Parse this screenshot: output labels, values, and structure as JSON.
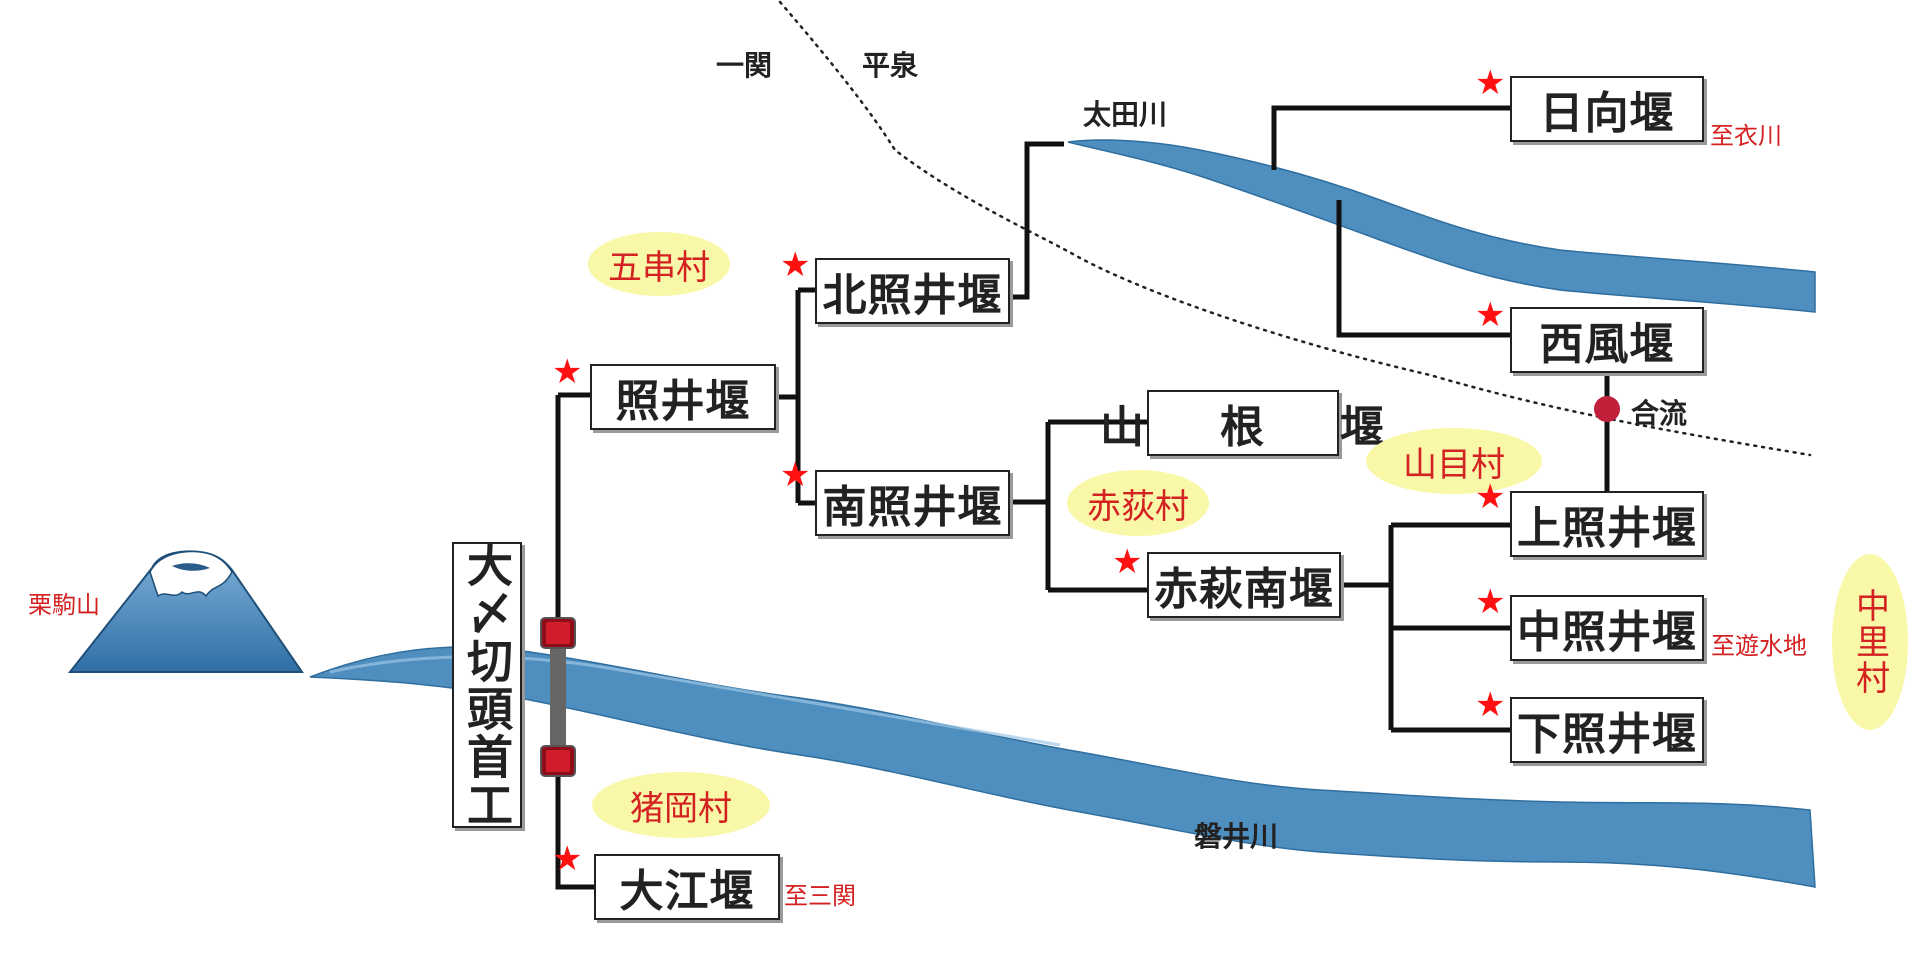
{
  "colors": {
    "river": "#4f8fbf",
    "line": "#111111",
    "box_border": "#222222",
    "village_fill": "#f9f7a8",
    "red_text": "#d42222",
    "star": "#ff1111",
    "confluence_dot": "#c0203a",
    "mountain": "#3d7fb5",
    "gate_bar": "#666666",
    "gate_block": "#b3121f"
  },
  "icons": {
    "mountain": "mountain-icon",
    "star": "star-icon",
    "confluence": "circle-dot-icon",
    "gate": "floodgate-icon"
  },
  "mountain": {
    "label": "栗駒山"
  },
  "star_glyph": "★",
  "boundary": {
    "left_label": "一関",
    "right_label": "平泉"
  },
  "rivers": {
    "iwai": "磐井川",
    "ota": "太田川"
  },
  "confluence_label": "合流",
  "headwork": "大〆切頭首工",
  "weirs": {
    "terui": "照井堰",
    "kita_terui": "北照井堰",
    "minami_terui": "南照井堰",
    "yamane": "山　根　堰",
    "akahagi_minami": "赤萩南堰",
    "hinata": "日向堰",
    "nishikaze": "西風堰",
    "kami_terui": "上照井堰",
    "naka_terui": "中照井堰",
    "shimo_terui": "下照井堰",
    "oe": "大江堰"
  },
  "villages": {
    "itsukushi": "五串村",
    "akahagi": "赤荻村",
    "yamanome": "山目村",
    "nakasato": "中里村",
    "inooka": "猪岡村"
  },
  "destinations": {
    "koromogawa": "至衣川",
    "yusuichi": "至遊水地",
    "sanseki": "至三関"
  }
}
